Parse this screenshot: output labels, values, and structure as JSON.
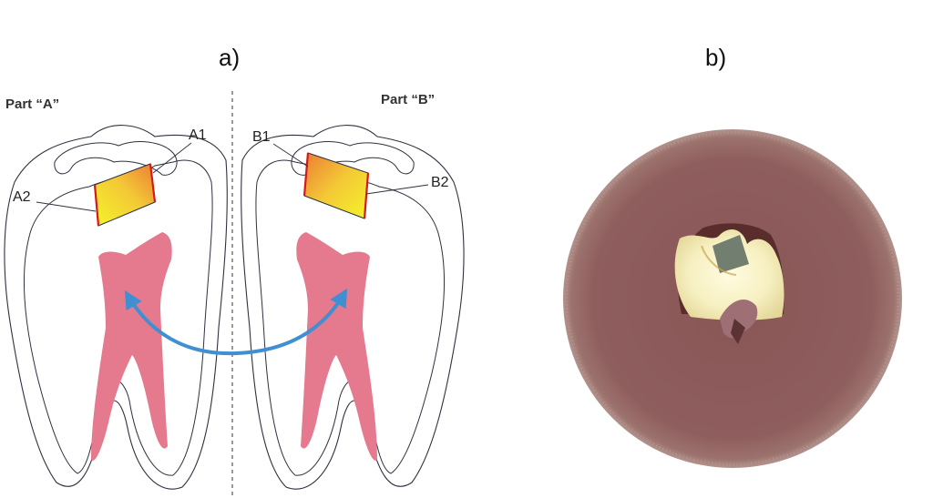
{
  "panels": {
    "a": {
      "label": "a)"
    },
    "b": {
      "label": "b)"
    }
  },
  "parts": {
    "left": {
      "label": "Part “A”"
    },
    "right": {
      "label": "Part “B”"
    }
  },
  "callouts": {
    "a1": "A1",
    "a2": "A2",
    "b1": "B1",
    "b2": "B2"
  },
  "colors": {
    "pulp": "#e5798e",
    "arrow": "#3f8fd2",
    "filling_start": "#f4f02a",
    "filling_end": "#ee7f32",
    "filling_edge": "#d4191b",
    "outline": "#2e3240",
    "specimen_bg": "#8c5c5c",
    "specimen_edge": "#a97e78"
  }
}
